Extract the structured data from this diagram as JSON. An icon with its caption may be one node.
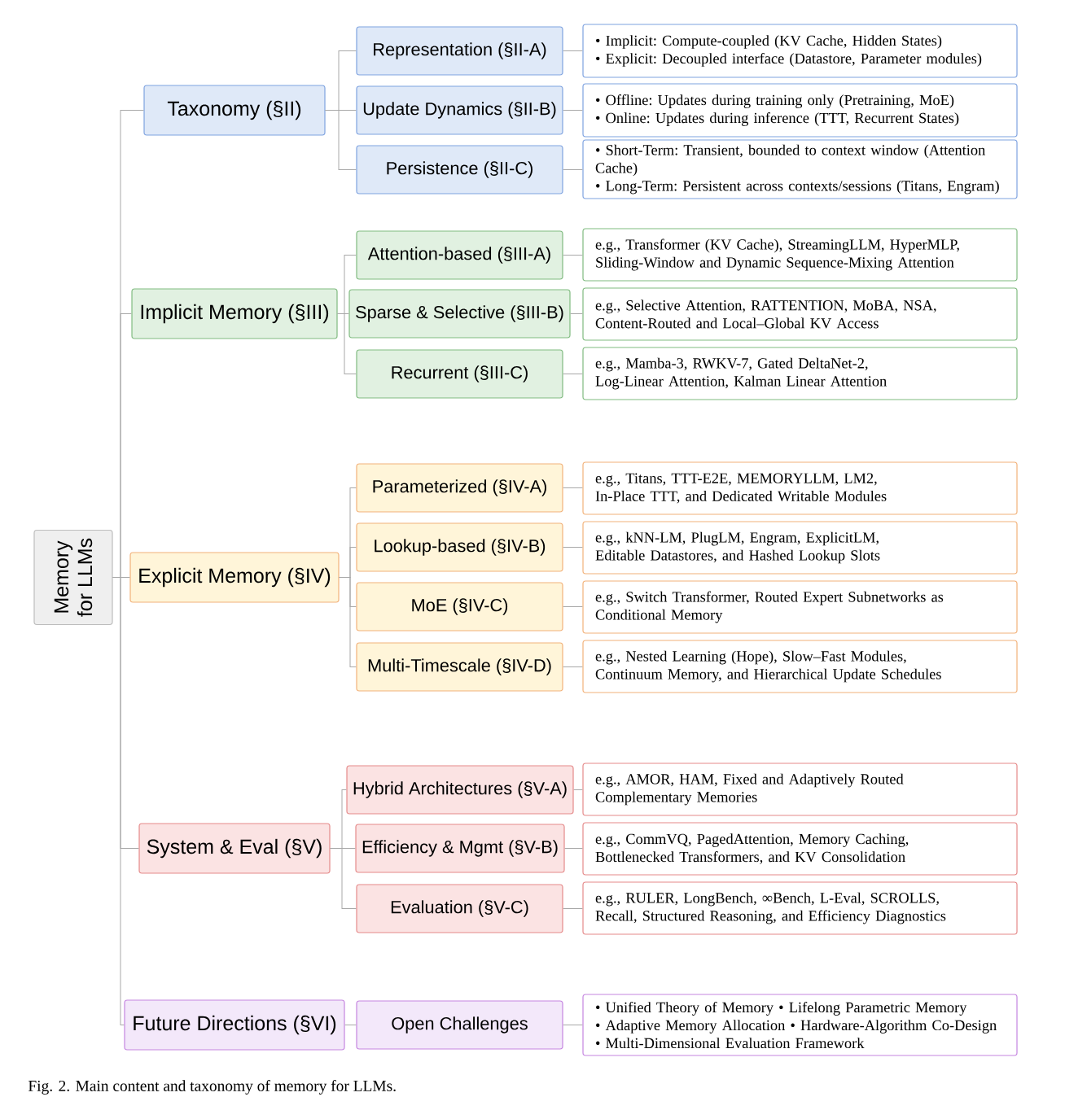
{
  "diagram": {
    "caption": "Fig. 2. Main content and taxonomy of memory for LLMs.",
    "nodes": [
      {
        "text": [
          "Memory for LLMs"
        ]
      },
      {
        "text": [
          "Taxonomy (§II)"
        ]
      },
      {
        "text": [
          "Representation (§II-A)"
        ]
      },
      {
        "text": [
          "• Implicit: Compute-coupled (KV Cache, Hidden States)",
          "• Explicit: Decoupled interface (Datastore, Parameter modules)"
        ]
      },
      {
        "text": [
          "Update Dynamics (§II-B)"
        ]
      },
      {
        "text": [
          "• Offline: Updates during training only (Pretraining, MoE)",
          "• Online: Updates during inference (TTT, Recurrent States)"
        ]
      },
      {
        "text": [
          "Persistence (§II-C)"
        ]
      },
      {
        "text": [
          "• Short-Term: Transient, bounded to context window (Attention Cache)",
          "• Long-Term: Persistent across contexts/sessions (Titans, Engram)"
        ]
      },
      {
        "text": [
          "Implicit Memory (§III)"
        ]
      },
      {
        "text": [
          "Attention-based (§III-A)"
        ]
      },
      {
        "text": [
          "e.g., Transformer (KV Cache), StreamingLLM, HyperMLP, Sliding-Window and Dynamic Sequence-Mixing Attention"
        ]
      },
      {
        "text": [
          "Sparse & Selective (§III-B)"
        ]
      },
      {
        "text": [
          "e.g., Selective Attention, RATTENTION, MoBA, NSA, Content-Routed and Local–Global KV Access"
        ]
      },
      {
        "text": [
          "Recurrent (§III-C)"
        ]
      },
      {
        "text": [
          "e.g., Mamba-3, RWKV-7, Gated DeltaNet-2, Log-Linear Attention, Kalman Linear Attention"
        ]
      },
      {
        "text": [
          "Explicit Memory (§IV)"
        ]
      },
      {
        "text": [
          "Parameterized (§IV-A)"
        ]
      },
      {
        "text": [
          "e.g., Titans, TTT-E2E, MEMORYLLM, LM2, In-Place TTT, and Dedicated Writable Modules"
        ]
      },
      {
        "text": [
          "Lookup-based (§IV-B)"
        ]
      },
      {
        "text": [
          "e.g., kNN-LM, PlugLM, Engram, ExplicitLM, Editable Datastores, and Hashed Lookup Slots"
        ]
      },
      {
        "text": [
          "MoE (§IV-C)"
        ]
      },
      {
        "text": [
          "e.g., Switch Transformer, Routed Expert Subnetworks as Conditional Memory"
        ]
      },
      {
        "text": [
          "Multi-Timescale (§IV-D)"
        ]
      },
      {
        "text": [
          "e.g., Nested Learning (Hope), Slow–Fast Modules, Continuum Memory, and Hierarchical Update Schedules"
        ]
      },
      {
        "text": [
          "System & Eval (§V)"
        ]
      },
      {
        "text": [
          "Hybrid Architectures (§V-A)"
        ]
      },
      {
        "text": [
          "e.g., AMOR, HAM, Fixed and Adaptively Routed Complementary Memories"
        ]
      },
      {
        "text": [
          "Efficiency & Mgmt (§V-B)"
        ]
      },
      {
        "text": [
          "e.g., CommVQ, PagedAttention, Memory Caching, Bottlenecked Transformers, and KV Consolidation"
        ]
      },
      {
        "text": [
          "Evaluation (§V-C)"
        ]
      },
      {
        "text": [
          "e.g., RULER, LongBench, ∞Bench, L-Eval, SCROLLS, Recall, Structured Reasoning, and Efficiency Diagnostics"
        ]
      },
      {
        "text": [
          "Future Directions (§VI)"
        ]
      },
      {
        "text": [
          "Open Challenges"
        ]
      },
      {
        "text": [
          "• Unified Theory of Memory",
          "• Lifelong Parametric Memory",
          "• Adaptive Memory Allocation",
          "• Hardware-Algorithm Co-Design",
          "• Multi-Dimensional Evaluation Framework"
        ]
      }
    ],
    "edges": [
      {
        "from": 0,
        "to": 1,
        "arrow": "none"
      },
      {
        "from": 0,
        "to": 8,
        "arrow": "none"
      },
      {
        "from": 0,
        "to": 15,
        "arrow": "none"
      },
      {
        "from": 0,
        "to": 24,
        "arrow": "none"
      },
      {
        "from": 0,
        "to": 31,
        "arrow": "none"
      },
      {
        "from": 1,
        "to": 2,
        "arrow": "none"
      },
      {
        "from": 1,
        "to": 4,
        "arrow": "none"
      },
      {
        "from": 1,
        "to": 6,
        "arrow": "none"
      },
      {
        "from": 2,
        "to": 3,
        "arrow": "none"
      },
      {
        "from": 4,
        "to": 5,
        "arrow": "none"
      },
      {
        "from": 6,
        "to": 7,
        "arrow": "none"
      },
      {
        "from": 8,
        "to": 9,
        "arrow": "none"
      },
      {
        "from": 8,
        "to": 11,
        "arrow": "none"
      },
      {
        "from": 8,
        "to": 13,
        "arrow": "none"
      },
      {
        "from": 9,
        "to": 10,
        "arrow": "none"
      },
      {
        "from": 11,
        "to": 12,
        "arrow": "none"
      },
      {
        "from": 13,
        "to": 14,
        "arrow": "none"
      },
      {
        "from": 15,
        "to": 16,
        "arrow": "none"
      },
      {
        "from": 15,
        "to": 18,
        "arrow": "none"
      },
      {
        "from": 15,
        "to": 20,
        "arrow": "none"
      },
      {
        "from": 15,
        "to": 22,
        "arrow": "none"
      },
      {
        "from": 16,
        "to": 17,
        "arrow": "none"
      },
      {
        "from": 18,
        "to": 19,
        "arrow": "none"
      },
      {
        "from": 20,
        "to": 21,
        "arrow": "none"
      },
      {
        "from": 22,
        "to": 23,
        "arrow": "none"
      },
      {
        "from": 24,
        "to": 25,
        "arrow": "none"
      },
      {
        "from": 24,
        "to": 27,
        "arrow": "none"
      },
      {
        "from": 24,
        "to": 29,
        "arrow": "none"
      },
      {
        "from": 25,
        "to": 26,
        "arrow": "none"
      },
      {
        "from": 27,
        "to": 28,
        "arrow": "none"
      },
      {
        "from": 29,
        "to": 30,
        "arrow": "none"
      },
      {
        "from": 31,
        "to": 32,
        "arrow": "none"
      },
      {
        "from": 32,
        "to": 33,
        "arrow": "none"
      }
    ]
  }
}
